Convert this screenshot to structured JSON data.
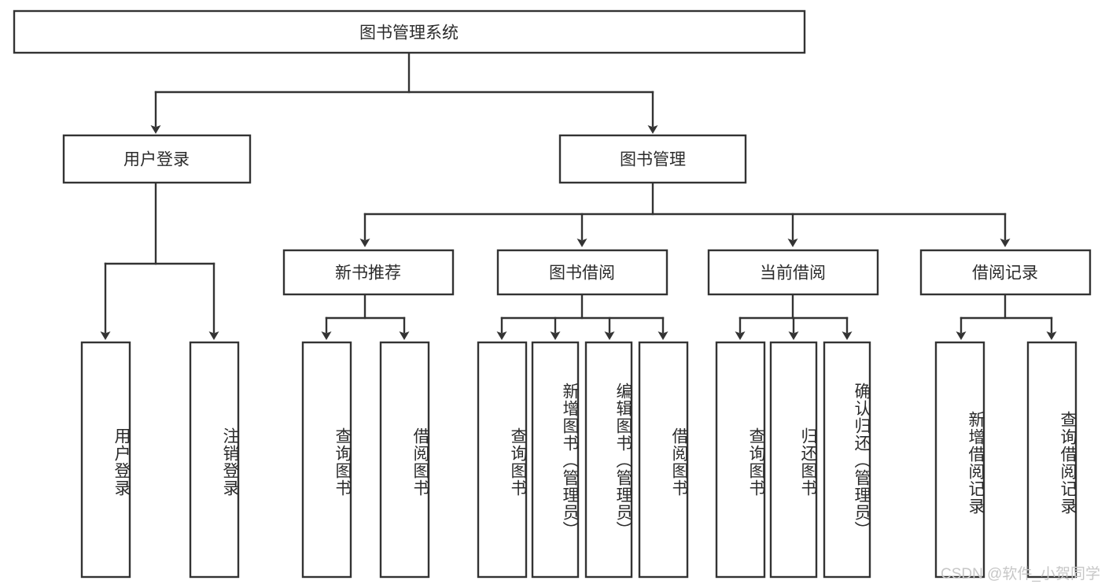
{
  "diagram": {
    "type": "tree",
    "title": "图书管理系统",
    "orientation": "top-down",
    "colors": {
      "box_stroke": "#333333",
      "box_fill": "#ffffff",
      "text": "#2b2b2b",
      "connector": "#333333",
      "watermark": "#c7c7c7",
      "background": "#ffffff"
    },
    "nodes": {
      "root": {
        "label": "图书管理系统",
        "level": 0,
        "orient": "horizontal"
      },
      "l1": [
        {
          "id": "user-login",
          "label": "用户登录",
          "level": 1,
          "orient": "horizontal"
        },
        {
          "id": "book-manage",
          "label": "图书管理",
          "level": 1,
          "orient": "horizontal"
        }
      ],
      "l2": [
        {
          "id": "new-book-recommend",
          "label": "新书推荐",
          "level": 2,
          "orient": "horizontal",
          "parent": "book-manage"
        },
        {
          "id": "book-borrow",
          "label": "图书借阅",
          "level": 2,
          "orient": "horizontal",
          "parent": "book-manage"
        },
        {
          "id": "current-borrow",
          "label": "当前借阅",
          "level": 2,
          "orient": "horizontal",
          "parent": "book-manage"
        },
        {
          "id": "borrow-record",
          "label": "借阅记录",
          "level": 2,
          "orient": "horizontal",
          "parent": "book-manage"
        }
      ],
      "leaves": [
        {
          "id": "leaf-user-login",
          "label": "用户登录",
          "parent": "user-login",
          "orient": "vertical"
        },
        {
          "id": "leaf-user-logout",
          "label": "注销登录",
          "parent": "user-login",
          "orient": "vertical"
        },
        {
          "id": "leaf-query-book-1",
          "label": "查询图书",
          "parent": "new-book-recommend",
          "orient": "vertical"
        },
        {
          "id": "leaf-borrow-book-1",
          "label": "借阅图书",
          "parent": "new-book-recommend",
          "orient": "vertical"
        },
        {
          "id": "leaf-query-book-2",
          "label": "查询图书",
          "parent": "book-borrow",
          "orient": "vertical"
        },
        {
          "id": "leaf-add-book",
          "label": "新增图书（管理员）",
          "parent": "book-borrow",
          "orient": "vertical"
        },
        {
          "id": "leaf-edit-book",
          "label": "编辑图书（管理员）",
          "parent": "book-borrow",
          "orient": "vertical"
        },
        {
          "id": "leaf-borrow-book-2",
          "label": "借阅图书",
          "parent": "book-borrow",
          "orient": "vertical"
        },
        {
          "id": "leaf-query-book-3",
          "label": "查询图书",
          "parent": "current-borrow",
          "orient": "vertical"
        },
        {
          "id": "leaf-return-book",
          "label": "归还图书",
          "parent": "current-borrow",
          "orient": "vertical"
        },
        {
          "id": "leaf-confirm-return",
          "label": "确认归还（管理员）",
          "parent": "current-borrow",
          "orient": "vertical"
        },
        {
          "id": "leaf-add-record",
          "label": "新增借阅记录",
          "parent": "borrow-record",
          "orient": "vertical"
        },
        {
          "id": "leaf-query-record",
          "label": "查询借阅记录",
          "parent": "borrow-record",
          "orient": "vertical"
        }
      ]
    },
    "watermark": "CSDN @软件_小贺同学"
  }
}
